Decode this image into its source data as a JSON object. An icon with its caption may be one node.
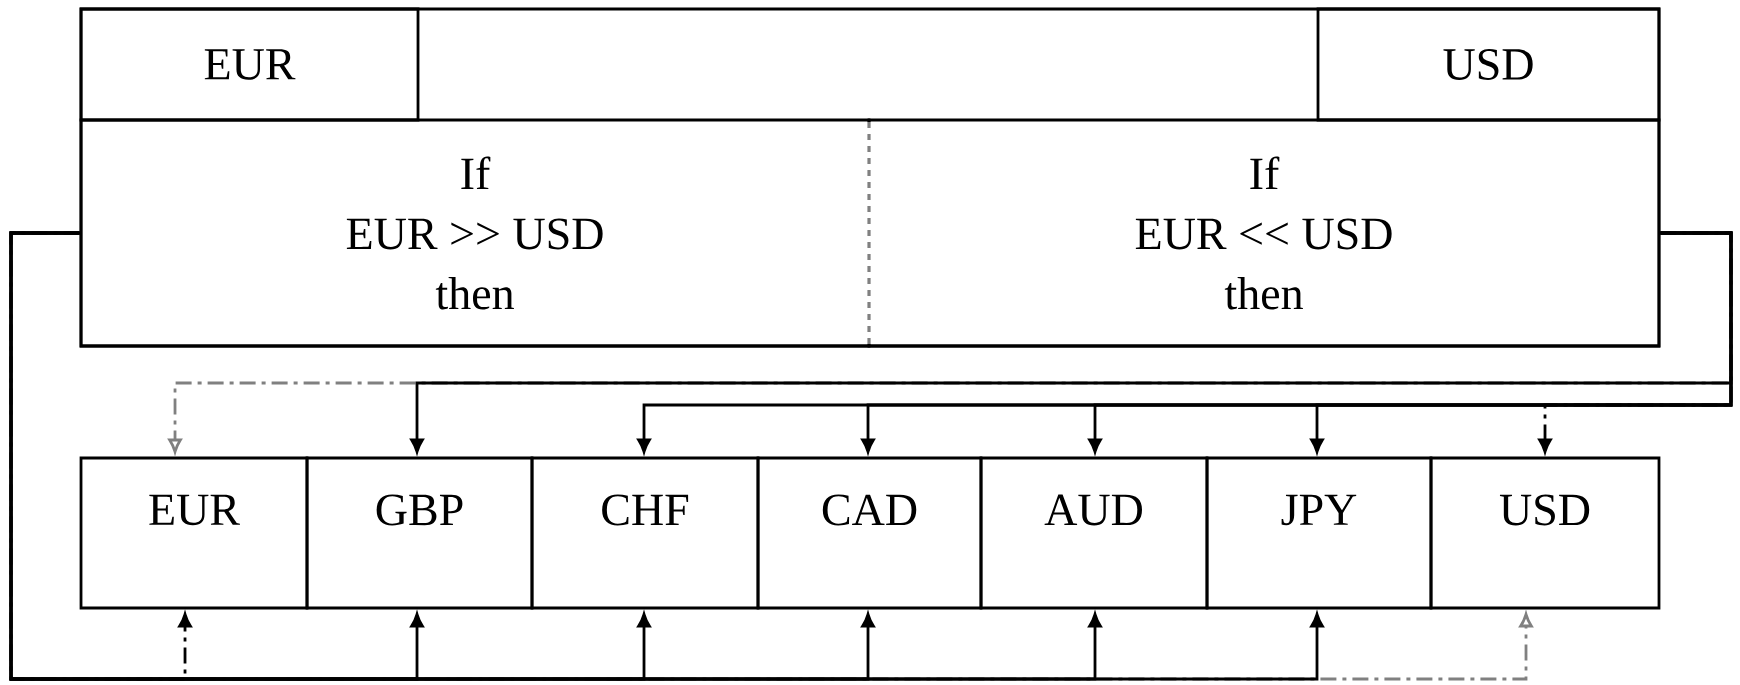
{
  "diagram": {
    "nodes": [
      {
        "text": [
          "EUR"
        ]
      },
      {
        "text": [
          "USD"
        ]
      },
      {
        "text": [
          "If",
          "EUR >> USD",
          "then"
        ]
      },
      {
        "text": [
          "If",
          "EUR << USD",
          "then"
        ]
      },
      {
        "text": [
          "EUR"
        ]
      },
      {
        "text": [
          "GBP"
        ]
      },
      {
        "text": [
          "CHF"
        ]
      },
      {
        "text": [
          "CAD"
        ]
      },
      {
        "text": [
          "AUD"
        ]
      },
      {
        "text": [
          "JPY"
        ]
      },
      {
        "text": [
          "USD"
        ]
      }
    ],
    "edges": [
      {
        "from": 2,
        "to": 4,
        "arrow": "to",
        "style": "dashed"
      },
      {
        "from": 2,
        "to": 10,
        "arrow": "to",
        "style": "dashed",
        "color": "#808080"
      },
      {
        "from": 2,
        "to": 5,
        "arrow": "to"
      },
      {
        "from": 2,
        "to": 6,
        "arrow": "to"
      },
      {
        "from": 2,
        "to": 7,
        "arrow": "to"
      },
      {
        "from": 2,
        "to": 8,
        "arrow": "to"
      },
      {
        "from": 2,
        "to": 9,
        "arrow": "to"
      },
      {
        "from": 3,
        "to": 4,
        "arrow": "to",
        "style": "dashed",
        "color": "#808080"
      },
      {
        "from": 3,
        "to": 10,
        "arrow": "to",
        "style": "dashed"
      },
      {
        "from": 3,
        "to": 5,
        "arrow": "to"
      },
      {
        "from": 3,
        "to": 6,
        "arrow": "to"
      },
      {
        "from": 3,
        "to": 7,
        "arrow": "to"
      },
      {
        "from": 3,
        "to": 8,
        "arrow": "to"
      },
      {
        "from": 3,
        "to": 9,
        "arrow": "to"
      }
    ]
  }
}
